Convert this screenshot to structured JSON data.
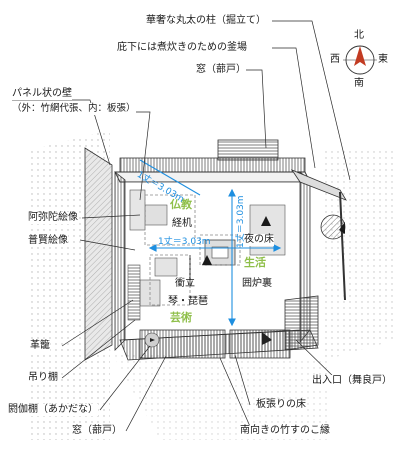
{
  "compass": {
    "north": "北",
    "east": "東",
    "south": "南",
    "west": "西"
  },
  "labels": {
    "pillar": "華奢な丸太の柱（掘立て）",
    "kama": "庇下には煮炊きのための釜場",
    "window_top": "窓（蔀戸）",
    "panel_wall_1": "パネル状の壁",
    "panel_wall_2": "（外：竹網代張、内：板張）",
    "amida": "阿弥陀絵像",
    "fugen": "普賢絵像",
    "kawago": "革籠",
    "tsuridana": "吊り棚",
    "akadana": "閼伽棚（あかだな）",
    "window_bottom": "窓（蔀戸）",
    "entrance": "出入口（舞良戸）",
    "floor": "板張りの床",
    "engawa": "南向きの竹すのこ縁"
  },
  "interior": {
    "kyoki": "経机",
    "yoru_no_yuka": "夜の床",
    "tsuitate": "衝立",
    "irori": "囲炉裏",
    "koto": "琴・琵琶"
  },
  "zones": {
    "bukkyo": "仏教",
    "seikatsu": "生活",
    "geijutsu": "芸術"
  },
  "dimensions": {
    "diag": "1丈＝3.03m",
    "horiz": "1丈＝3.03m",
    "vert": "1丈＝3.03m"
  },
  "colors": {
    "zone_green": "#8fbf4a",
    "dim_blue": "#1e8fe0",
    "compass_red": "#c23b22",
    "line": "#2a2a2a"
  }
}
